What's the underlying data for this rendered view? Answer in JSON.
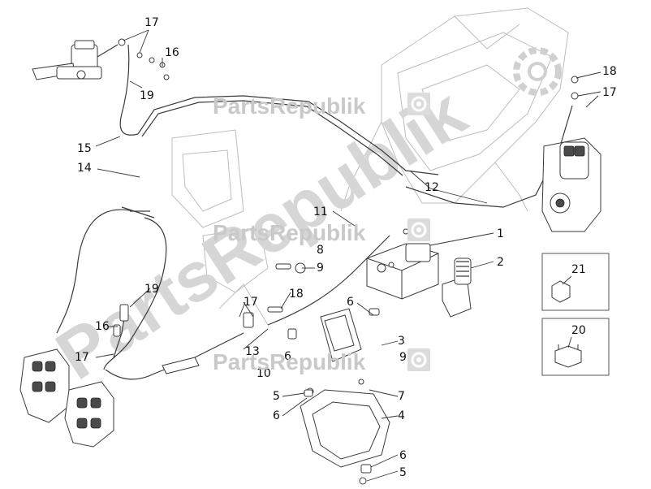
{
  "watermark": {
    "brand": "PartsRepublik",
    "diagonal": "PartsRepublik",
    "gear_icon": "gear-icon"
  },
  "callouts": [
    "1",
    "2",
    "3",
    "4",
    "5",
    "6",
    "7",
    "9",
    "11",
    "12",
    "13",
    "14",
    "15",
    "16",
    "17",
    "18",
    "19",
    "20",
    "21"
  ],
  "labels": {
    "l1": "1",
    "l2": "2",
    "l3": "3",
    "l4": "4",
    "l5a": "5",
    "l5b": "5",
    "l6a": "6",
    "l6b": "6",
    "l6c": "6",
    "l6d": "6",
    "l7": "7",
    "l8": "8",
    "l9a": "9",
    "l9b": "9",
    "l10": "10",
    "l11": "11",
    "l12": "12",
    "l13": "13",
    "l14": "14",
    "l15": "15",
    "l16a": "16",
    "l16b": "16",
    "l17a": "17",
    "l17b": "17",
    "l17c": "17",
    "l17d": "17",
    "l18a": "18",
    "l18b": "18",
    "l19a": "19",
    "l19b": "19",
    "l20": "20",
    "l21": "21"
  }
}
